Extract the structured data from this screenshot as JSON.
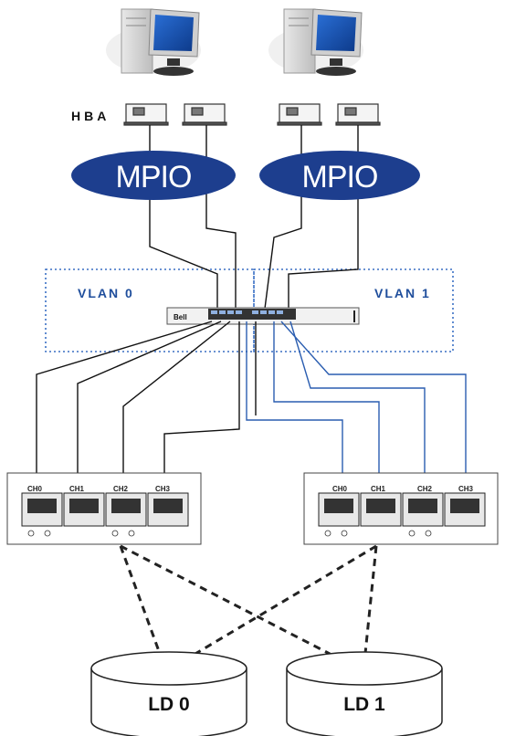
{
  "hba_label": "HBA",
  "mpio": [
    "MPIO",
    "MPIO"
  ],
  "vlan": [
    "VLAN 0",
    "VLAN 1"
  ],
  "switch_brand": "Bell",
  "controllers": [
    {
      "channels": [
        "CH0",
        "CH1",
        "CH2",
        "CH3"
      ]
    },
    {
      "channels": [
        "CH0",
        "CH1",
        "CH2",
        "CH3"
      ]
    }
  ],
  "logical_drives": [
    "LD 0",
    "LD 1"
  ],
  "colors": {
    "mpio_fill": "#1d3e8e",
    "vlan_border": "#3a6fc4",
    "vlan0_cable": "#111111",
    "vlan1_cable": "#2a5db0"
  }
}
